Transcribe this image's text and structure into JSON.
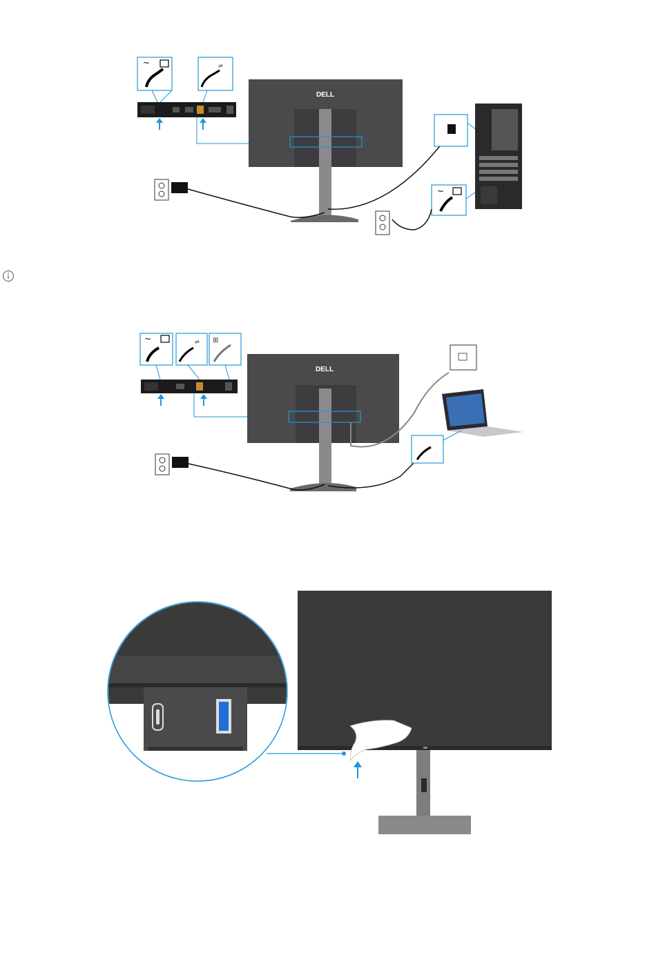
{
  "brand": {
    "logo_text": "DELL"
  },
  "colors": {
    "callout": "#2196d8",
    "monitor_back": "#4a4a4c",
    "monitor_screen": "#3a3a3a",
    "stand": "#7d7d7f",
    "cable": "#111111",
    "usb_blue": "#1f6fd6"
  },
  "icons": {
    "info": "info-icon",
    "ac_power": "ac-power-icon",
    "usb": "usb-icon",
    "ethernet": "ethernet-icon",
    "hand": "hand-icon"
  },
  "figures": [
    {
      "id": "fig1",
      "name": "monitor-to-desktop-connection-diagram"
    },
    {
      "id": "fig2",
      "name": "monitor-to-laptop-connection-diagram"
    },
    {
      "id": "fig3",
      "name": "monitor-quick-access-ports-diagram"
    }
  ]
}
